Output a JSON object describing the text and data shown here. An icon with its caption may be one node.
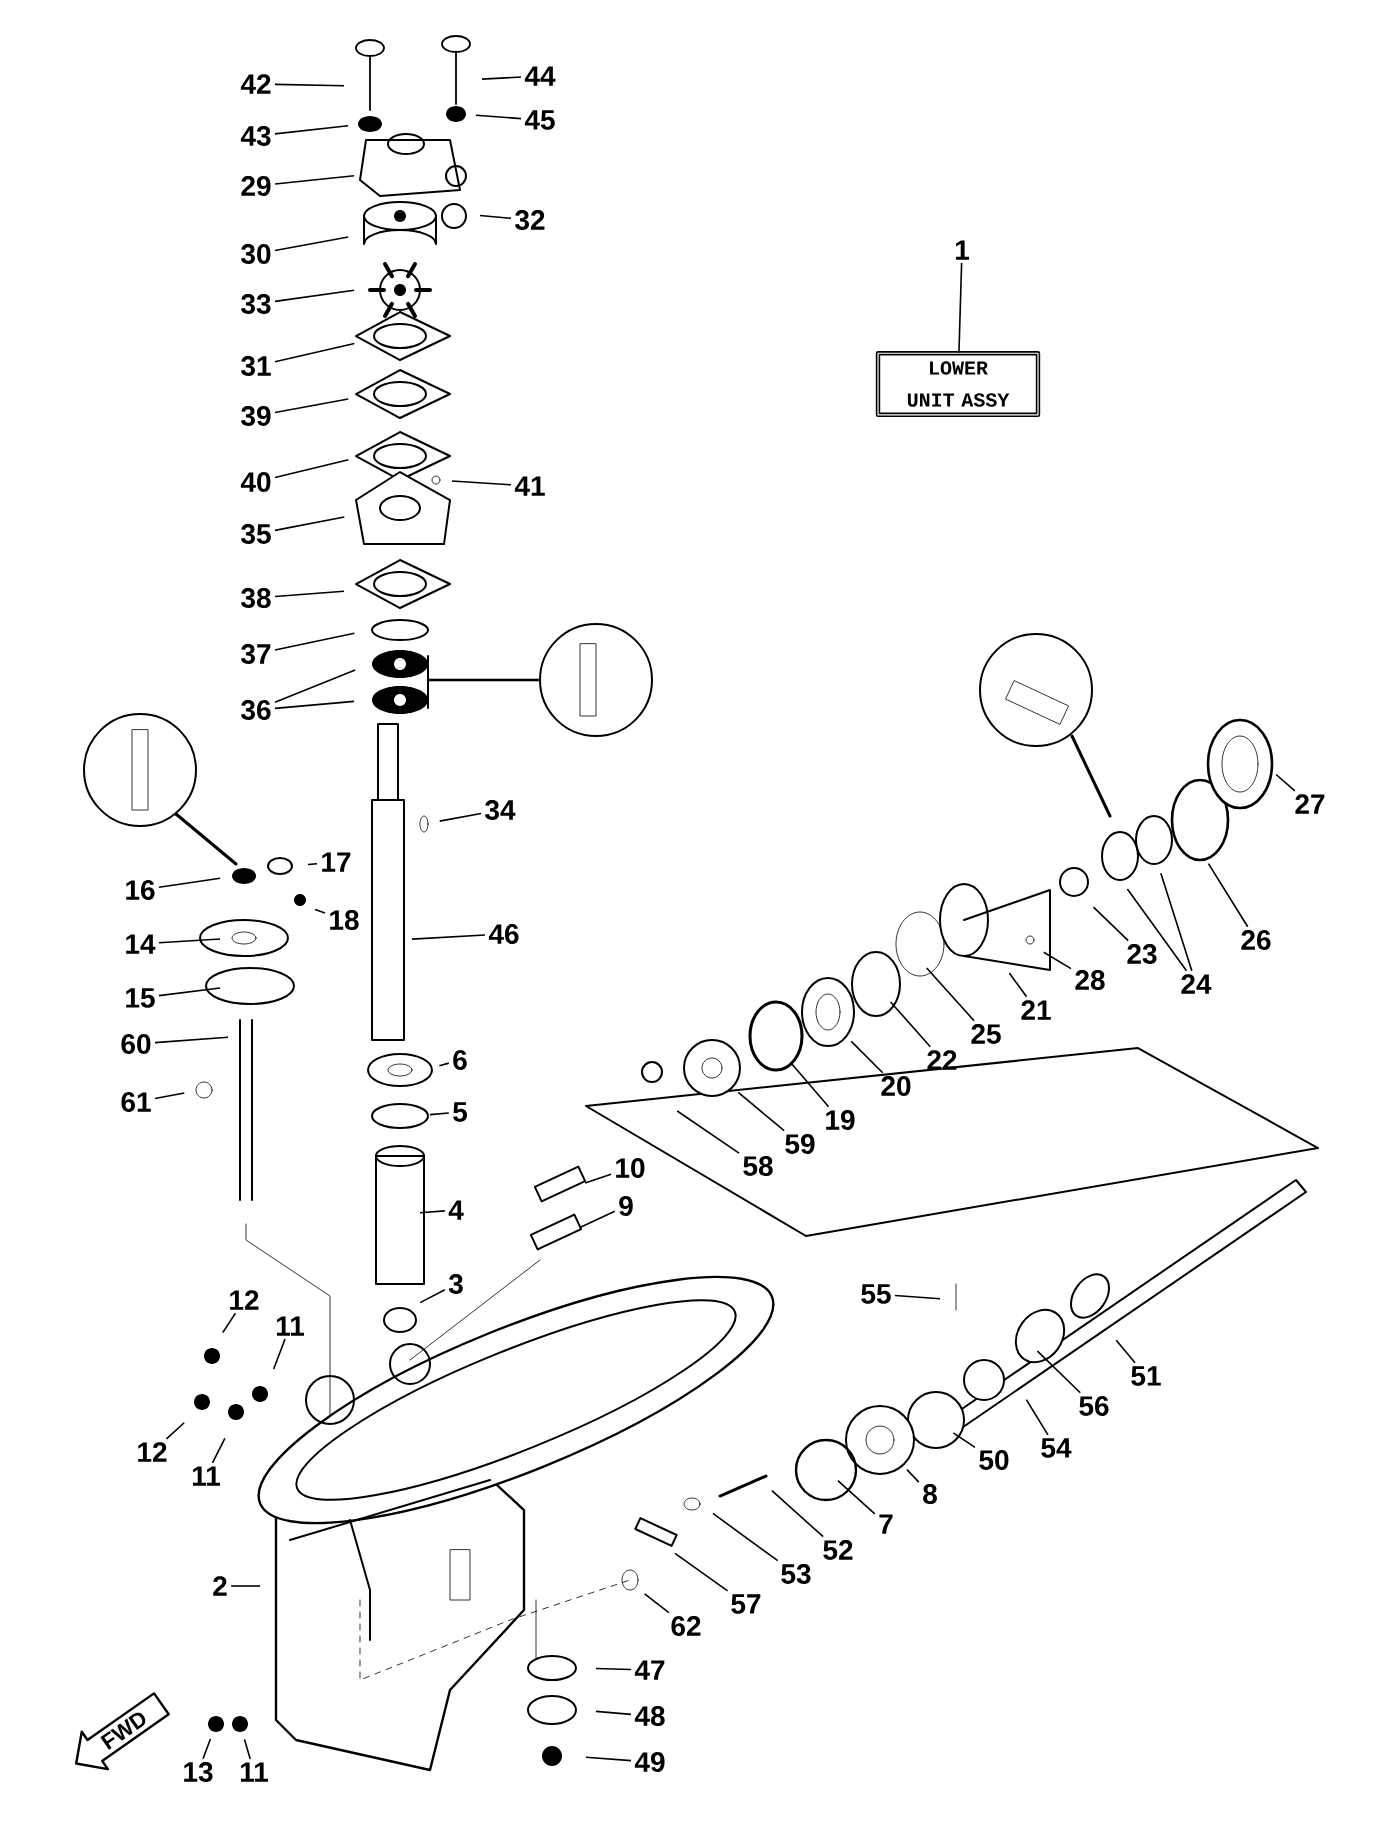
{
  "diagram": {
    "nodes": [
      {
        "text": [
          "42"
        ]
      },
      {
        "text": [
          "44"
        ]
      },
      {
        "text": [
          "43"
        ]
      },
      {
        "text": [
          "45"
        ]
      },
      {
        "text": [
          "29"
        ]
      },
      {
        "text": [
          "32"
        ]
      },
      {
        "text": [
          "30"
        ]
      },
      {
        "text": [
          "1"
        ]
      },
      {
        "text": [
          "LOWER UNIT ASSY"
        ]
      },
      {
        "text": [
          "33"
        ]
      },
      {
        "text": [
          "31"
        ]
      },
      {
        "text": [
          "39"
        ]
      },
      {
        "text": [
          "40"
        ]
      },
      {
        "text": [
          "41"
        ]
      },
      {
        "text": [
          "35"
        ]
      },
      {
        "text": [
          "38"
        ]
      },
      {
        "text": [
          "37"
        ]
      },
      {
        "text": [
          "36"
        ]
      },
      {
        "text": [
          "34"
        ]
      },
      {
        "text": [
          "17"
        ]
      },
      {
        "text": [
          "16"
        ]
      },
      {
        "text": [
          "18"
        ]
      },
      {
        "text": [
          "46"
        ]
      },
      {
        "text": [
          "14"
        ]
      },
      {
        "text": [
          "27"
        ]
      },
      {
        "text": [
          "23"
        ]
      },
      {
        "text": [
          "26"
        ]
      },
      {
        "text": [
          "28"
        ]
      },
      {
        "text": [
          "24"
        ]
      },
      {
        "text": [
          "15"
        ]
      },
      {
        "text": [
          "21"
        ]
      },
      {
        "text": [
          "25"
        ]
      },
      {
        "text": [
          "60"
        ]
      },
      {
        "text": [
          "22"
        ]
      },
      {
        "text": [
          "6"
        ]
      },
      {
        "text": [
          "20"
        ]
      },
      {
        "text": [
          "61"
        ]
      },
      {
        "text": [
          "5"
        ]
      },
      {
        "text": [
          "19"
        ]
      },
      {
        "text": [
          "59"
        ]
      },
      {
        "text": [
          "58"
        ]
      },
      {
        "text": [
          "10"
        ]
      },
      {
        "text": [
          "9"
        ]
      },
      {
        "text": [
          "4"
        ]
      },
      {
        "text": [
          "3"
        ]
      },
      {
        "text": [
          "55"
        ]
      },
      {
        "text": [
          "12"
        ]
      },
      {
        "text": [
          "11"
        ]
      },
      {
        "text": [
          "51"
        ]
      },
      {
        "text": [
          "56"
        ]
      },
      {
        "text": [
          "54"
        ]
      },
      {
        "text": [
          "12"
        ]
      },
      {
        "text": [
          "11"
        ]
      },
      {
        "text": [
          "50"
        ]
      },
      {
        "text": [
          "8"
        ]
      },
      {
        "text": [
          "7"
        ]
      },
      {
        "text": [
          "52"
        ]
      },
      {
        "text": [
          "53"
        ]
      },
      {
        "text": [
          "2"
        ]
      },
      {
        "text": [
          "57"
        ]
      },
      {
        "text": [
          "62"
        ]
      },
      {
        "text": [
          "47"
        ]
      },
      {
        "text": [
          "48"
        ]
      },
      {
        "text": [
          "49"
        ]
      },
      {
        "text": [
          "13"
        ]
      },
      {
        "text": [
          "11"
        ]
      },
      {
        "text": [
          "FWD"
        ]
      }
    ],
    "edges": [
      {
        "from": 0,
        "to": null,
        "arrow": "none"
      },
      {
        "from": 1,
        "to": null,
        "arrow": "none"
      },
      {
        "from": 2,
        "to": null,
        "arrow": "none"
      },
      {
        "from": 3,
        "to": null,
        "arrow": "none"
      },
      {
        "from": 4,
        "to": null,
        "arrow": "none"
      },
      {
        "from": 5,
        "to": null,
        "arrow": "none"
      },
      {
        "from": 6,
        "to": null,
        "arrow": "none"
      },
      {
        "from": 7,
        "to": 8,
        "arrow": "none"
      },
      {
        "from": 9,
        "to": null,
        "arrow": "none"
      },
      {
        "from": 10,
        "to": null,
        "arrow": "none"
      },
      {
        "from": 11,
        "to": null,
        "arrow": "none"
      },
      {
        "from": 12,
        "to": null,
        "arrow": "none"
      },
      {
        "from": 13,
        "to": null,
        "arrow": "none"
      },
      {
        "from": 14,
        "to": null,
        "arrow": "none"
      },
      {
        "from": 15,
        "to": null,
        "arrow": "none"
      },
      {
        "from": 16,
        "to": null,
        "arrow": "none"
      },
      {
        "from": 17,
        "to": null,
        "arrow": "none"
      },
      {
        "from": 17,
        "to": null,
        "arrow": "none"
      },
      {
        "from": 18,
        "to": null,
        "arrow": "none"
      },
      {
        "from": 19,
        "to": null,
        "arrow": "none"
      },
      {
        "from": 20,
        "to": null,
        "arrow": "none"
      },
      {
        "from": 21,
        "to": null,
        "arrow": "none"
      },
      {
        "from": 22,
        "to": null,
        "arrow": "none"
      },
      {
        "from": 23,
        "to": null,
        "arrow": "none"
      },
      {
        "from": 24,
        "to": null,
        "arrow": "none"
      },
      {
        "from": 25,
        "to": null,
        "arrow": "none"
      },
      {
        "from": 26,
        "to": null,
        "arrow": "none"
      },
      {
        "from": 27,
        "to": null,
        "arrow": "none"
      },
      {
        "from": 28,
        "to": null,
        "arrow": "none"
      },
      {
        "from": 28,
        "to": null,
        "arrow": "none"
      },
      {
        "from": 29,
        "to": null,
        "arrow": "none"
      },
      {
        "from": 30,
        "to": null,
        "arrow": "none"
      },
      {
        "from": 31,
        "to": null,
        "arrow": "none"
      },
      {
        "from": 32,
        "to": null,
        "arrow": "none"
      },
      {
        "from": 33,
        "to": null,
        "arrow": "none"
      },
      {
        "from": 34,
        "to": null,
        "arrow": "none"
      },
      {
        "from": 35,
        "to": null,
        "arrow": "none"
      },
      {
        "from": 36,
        "to": null,
        "arrow": "none"
      },
      {
        "from": 37,
        "to": null,
        "arrow": "none"
      },
      {
        "from": 38,
        "to": null,
        "arrow": "none"
      },
      {
        "from": 39,
        "to": null,
        "arrow": "none"
      },
      {
        "from": 40,
        "to": null,
        "arrow": "none"
      },
      {
        "from": 41,
        "to": null,
        "arrow": "none"
      },
      {
        "from": 42,
        "to": null,
        "arrow": "none"
      },
      {
        "from": 43,
        "to": null,
        "arrow": "none"
      },
      {
        "from": 44,
        "to": null,
        "arrow": "none"
      },
      {
        "from": 45,
        "to": null,
        "arrow": "none"
      },
      {
        "from": 46,
        "to": null,
        "arrow": "none"
      },
      {
        "from": 47,
        "to": null,
        "arrow": "none"
      },
      {
        "from": 48,
        "to": null,
        "arrow": "none"
      },
      {
        "from": 49,
        "to": null,
        "arrow": "none"
      },
      {
        "from": 50,
        "to": null,
        "arrow": "none"
      },
      {
        "from": 51,
        "to": null,
        "arrow": "none"
      },
      {
        "from": 52,
        "to": null,
        "arrow": "none"
      },
      {
        "from": 53,
        "to": null,
        "arrow": "none"
      },
      {
        "from": 54,
        "to": null,
        "arrow": "none"
      },
      {
        "from": 55,
        "to": null,
        "arrow": "none"
      },
      {
        "from": 56,
        "to": null,
        "arrow": "none"
      },
      {
        "from": 57,
        "to": null,
        "arrow": "none"
      },
      {
        "from": 58,
        "to": null,
        "arrow": "none"
      },
      {
        "from": 59,
        "to": null,
        "arrow": "none"
      },
      {
        "from": 60,
        "to": null,
        "arrow": "none"
      },
      {
        "from": 61,
        "to": null,
        "arrow": "none"
      },
      {
        "from": 62,
        "to": null,
        "arrow": "none"
      },
      {
        "from": 63,
        "to": null,
        "arrow": "none"
      },
      {
        "from": 64,
        "to": null,
        "arrow": "none"
      },
      {
        "from": 65,
        "to": null,
        "arrow": "none"
      }
    ]
  }
}
